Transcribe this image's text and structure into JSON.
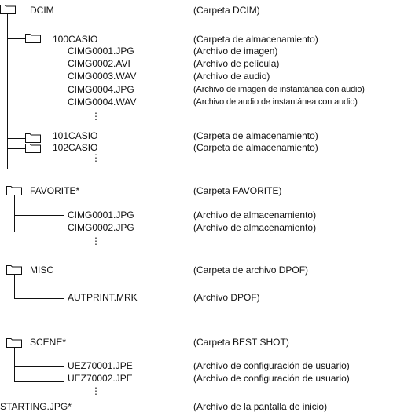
{
  "entries": {
    "dcim": {
      "name": "DCIM",
      "desc": "(Carpeta DCIM)"
    },
    "f100": {
      "name": "100CASIO",
      "desc": "(Carpeta de almacenamiento)"
    },
    "img1": {
      "name": "CIMG0001.JPG",
      "desc": "(Archivo de imagen)"
    },
    "img2": {
      "name": "CIMG0002.AVI",
      "desc": "(Archivo de película)"
    },
    "img3": {
      "name": "CIMG0003.WAV",
      "desc": "(Archivo de audio)"
    },
    "img4": {
      "name": "CIMG0004.JPG",
      "desc": "(Archivo de imagen de instantánea con audio)"
    },
    "img5": {
      "name": "CIMG0004.WAV",
      "desc": "(Archivo de audio de instantánea con audio)"
    },
    "f101": {
      "name": "101CASIO",
      "desc": "(Carpeta de almacenamiento)"
    },
    "f102": {
      "name": "102CASIO",
      "desc": "(Carpeta de almacenamiento)"
    },
    "favorite": {
      "name": "FAVORITE*",
      "desc": "(Carpeta FAVORITE)"
    },
    "fav1": {
      "name": "CIMG0001.JPG",
      "desc": "(Archivo de almacenamiento)"
    },
    "fav2": {
      "name": "CIMG0002.JPG",
      "desc": "(Archivo de almacenamiento)"
    },
    "misc": {
      "name": "MISC",
      "desc": "(Carpeta de archivo DPOF)"
    },
    "autprint": {
      "name": "AUTPRINT.MRK",
      "desc": "(Archivo DPOF)"
    },
    "scene": {
      "name": "SCENE*",
      "desc": "(Carpeta BEST SHOT)"
    },
    "uez1": {
      "name": "UEZ70001.JPE",
      "desc": "(Archivo de configuración de usuario)"
    },
    "uez2": {
      "name": "UEZ70002.JPE",
      "desc": "(Archivo de configuración de usuario)"
    },
    "starting": {
      "name": "STARTING.JPG*",
      "desc": "(Archivo de la pantalla de inicio)"
    }
  },
  "ellipsis": "⋮",
  "icons": {
    "folder": "folder-icon"
  }
}
